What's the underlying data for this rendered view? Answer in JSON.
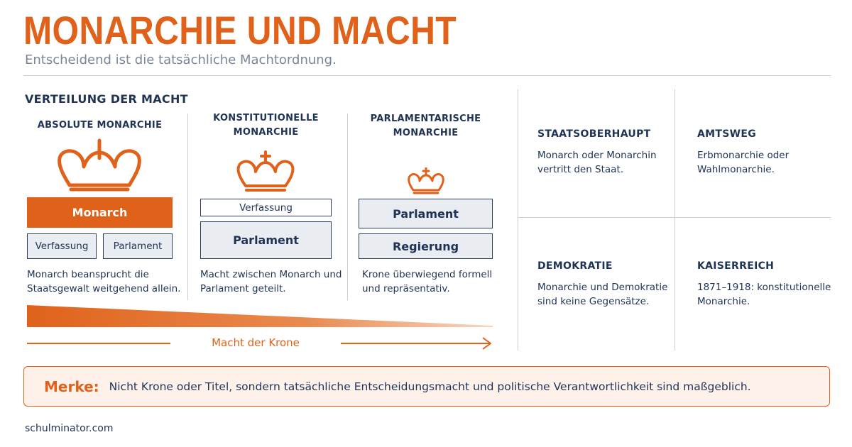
{
  "header": {
    "title": "MONARCHIE UND MACHT",
    "subtitle": "Entscheidend ist die tatsächliche Machtordnung."
  },
  "section": {
    "title": "VERTEILUNG DER MACHT"
  },
  "columns": [
    {
      "title_line1": "ABSOLUTE MONARCHIE",
      "title_line2": "",
      "box_top": "Monarch",
      "box_left": "Verfassung",
      "box_right": "Parlament",
      "desc_line1": "Monarch beansprucht die",
      "desc_line2": "Staatsgewalt weitgehend allein."
    },
    {
      "title_line1": "KONSTITUTIONELLE",
      "title_line2": "MONARCHIE",
      "box_top": "Verfassung",
      "box_bottom": "Parlament",
      "desc_line1": "Macht zwischen Monarch und",
      "desc_line2": "Parlament geteilt."
    },
    {
      "title_line1": "PARLAMENTARISCHE",
      "title_line2": "MONARCHIE",
      "box_top": "Parlament",
      "box_bottom": "Regierung",
      "desc_line1": "Krone überwiegend formell",
      "desc_line2": "und repräsentativ."
    }
  ],
  "axis": {
    "label": "Macht der Krone"
  },
  "cards": [
    {
      "title": "STAATSOBERHAUPT",
      "line1": "Monarch oder Monarchin",
      "line2": "vertritt den Staat."
    },
    {
      "title": "AMTSWEG",
      "line1": "Erbmonarchie oder",
      "line2": "Wahlmonarchie."
    },
    {
      "title": "DEMOKRATIE",
      "line1": "Monarchie und Demokratie",
      "line2": "sind keine Gegensätze."
    },
    {
      "title": "KAISERREICH",
      "line1": "1871–1918: konstitutionelle",
      "line2": "Monarchie."
    }
  ],
  "merke": {
    "label": "Merke:",
    "text": "Nicht Krone oder Titel, sondern tatsächliche Entscheidungsmacht und politische Verantwortlichkeit sind maßgeblich."
  },
  "footer": {
    "text": "schulminator.com"
  },
  "colors": {
    "accent": "#e0621a",
    "navy": "#1f3354",
    "grey_fill": "#e9ecf1",
    "rule": "#c9ced6"
  },
  "icons": [
    "crown-icon-large",
    "crown-icon-medium",
    "crown-icon-small",
    "arrow-right-icon"
  ]
}
